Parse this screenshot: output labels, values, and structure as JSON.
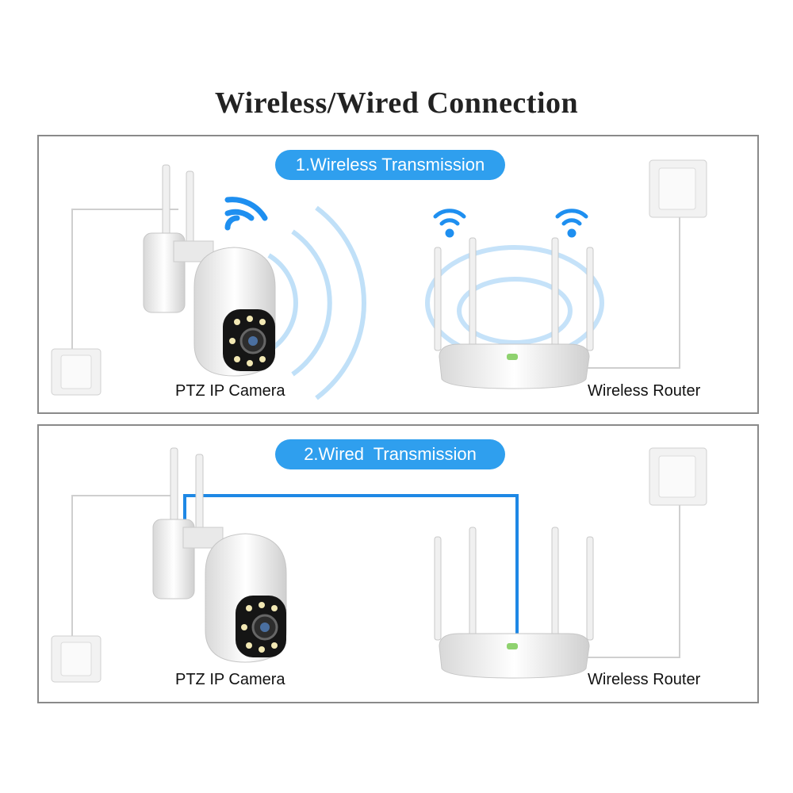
{
  "title": "Wireless/Wired Connection",
  "panels": [
    {
      "badge": "1.Wireless Transmission",
      "camera_label": "PTZ IP Camera",
      "router_label": "Wireless Router"
    },
    {
      "badge": "2.Wired  Transmission",
      "camera_label": "PTZ IP Camera",
      "router_label": "Wireless Router"
    }
  ],
  "colors": {
    "badge": "#2f9fee",
    "cable": "#1e88e5",
    "signal": "#2f9fee",
    "frame": "#8a8a8a"
  }
}
